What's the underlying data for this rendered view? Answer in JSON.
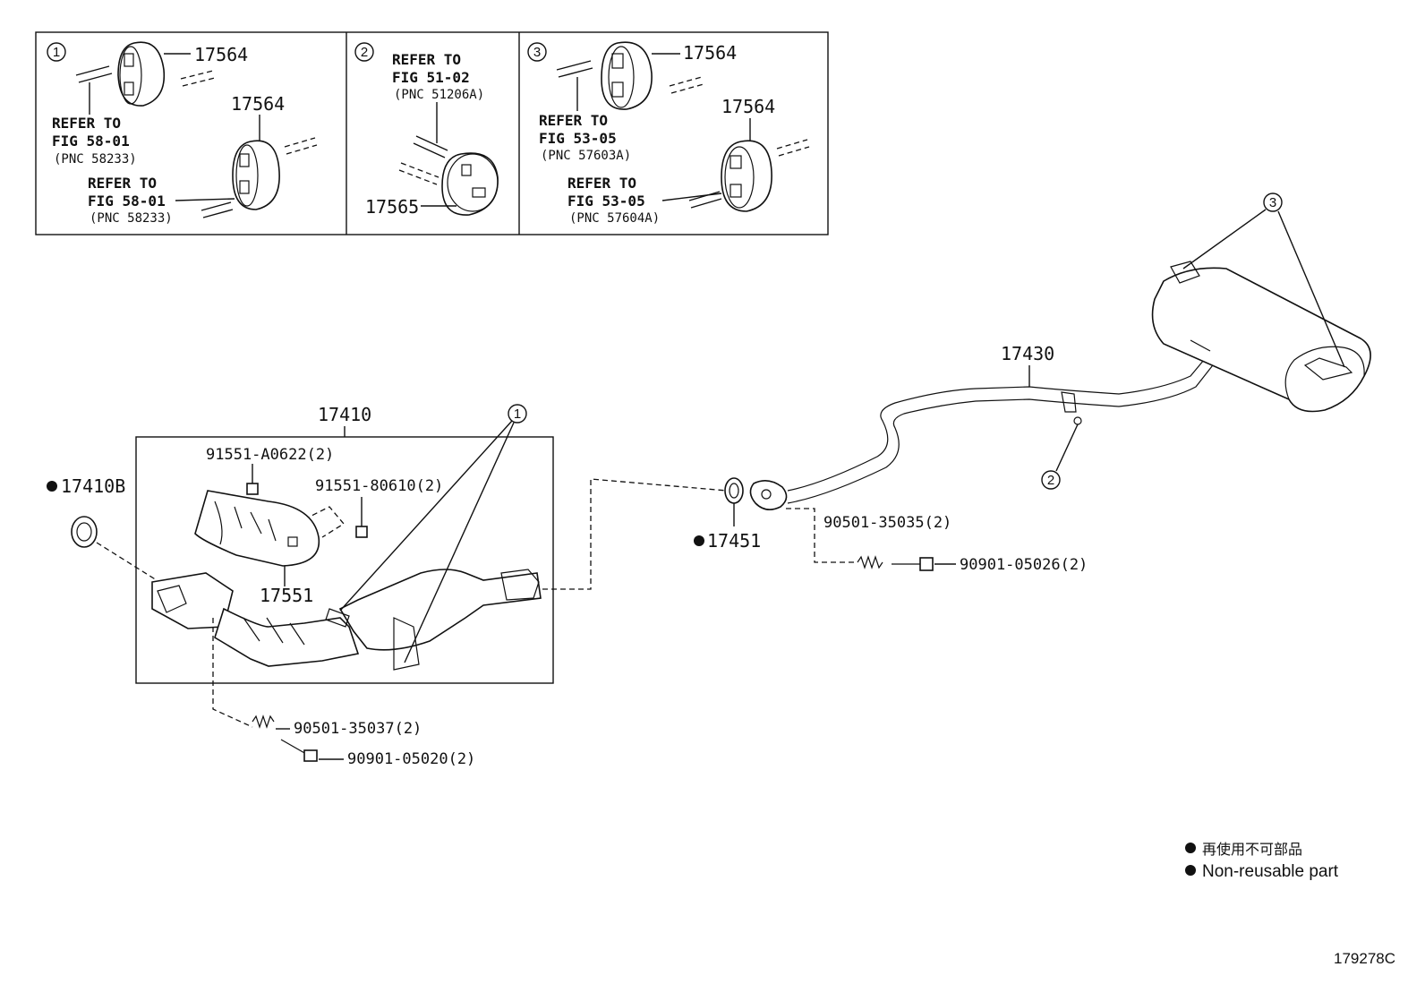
{
  "detail_boxes": {
    "box1": {
      "marker": "1",
      "part_top": "17564",
      "part_bottom": "17564",
      "ref_a": {
        "line1": "REFER TO",
        "line2": "FIG 58-01",
        "line3": "(PNC 58233)"
      },
      "ref_b": {
        "line1": "REFER TO",
        "line2": "FIG 58-01",
        "line3": "(PNC 58233)"
      }
    },
    "box2": {
      "marker": "2",
      "part": "17565",
      "ref": {
        "line1": "REFER TO",
        "line2": "FIG 51-02",
        "line3": "(PNC 51206A)"
      }
    },
    "box3": {
      "marker": "3",
      "part_top": "17564",
      "part_bottom": "17564",
      "ref_a": {
        "line1": "REFER TO",
        "line2": "FIG 53-05",
        "line3": "(PNC 57603A)"
      },
      "ref_b": {
        "line1": "REFER TO",
        "line2": "FIG 53-05",
        "line3": "(PNC 57604A)"
      }
    }
  },
  "parts": {
    "front_pipe_assy": "17410",
    "gasket_front": "17410B",
    "heat_insulator": "17551",
    "bolt_a": "91551-A0622(2)",
    "bolt_b": "91551-80610(2)",
    "spring_front": "90501-35037(2)",
    "bolt_front": "90901-05020(2)",
    "gasket_center": "17451",
    "tail_pipe_assy": "17430",
    "spring_center": "90501-35035(2)",
    "bolt_center": "90901-05026(2)"
  },
  "callouts": {
    "front_pipe": "1",
    "tail_hanger": "2",
    "muffler": "3"
  },
  "legend": {
    "line1": "再使用不可部品",
    "line2": "Non-reusable part"
  },
  "figure_code": "179278C"
}
